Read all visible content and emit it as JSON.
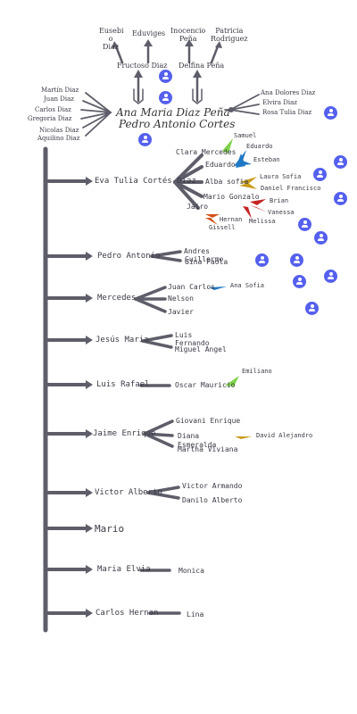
{
  "couple": {
    "line1": "Ana Maria Diaz Peña",
    "line2": "Pedro Antonio Cortes"
  },
  "ancestors": {
    "eusebio": "Eusebi\no\nDiaz",
    "eduviges": "Eduviges",
    "inocencio": "Inocencio\nPeña",
    "patricia": "Patricia\nRodriguez",
    "fructoso": "Fructoso Diaz",
    "delfina": "Delfina Peña"
  },
  "siblings_left": [
    "Martín Diaz",
    "Juan Diaz",
    "Carlos Diaz",
    "Gregoria Diaz",
    "Nicolas Diaz",
    "Aquilino Diaz"
  ],
  "siblings_right": [
    "Ana Dolores Diaz",
    "Elvira Diaz",
    "Rosa Tulia Diaz"
  ],
  "children": [
    {
      "name": "Eva Tulia Cortés Diaz"
    },
    {
      "name": "Pedro Antonio"
    },
    {
      "name": "Mercedes"
    },
    {
      "name": "Jesús Maria"
    },
    {
      "name": "Luis Rafael"
    },
    {
      "name": "Jaime Enrique"
    },
    {
      "name": "Victor Alberto"
    },
    {
      "name": "Mario"
    },
    {
      "name": "Maria Elvia"
    },
    {
      "name": "Carlos Hernan"
    }
  ],
  "grandchildren": {
    "eva": [
      "Clara Mercedes",
      "Eduardo",
      "Alba sofia",
      "Mario Gonzalo",
      "Jairo"
    ],
    "pedro": [
      "Andres",
      "Guillermo",
      "Gina Paola"
    ],
    "mercedes": [
      "Juan Carlos",
      "Nelson",
      "Javier"
    ],
    "jesus": [
      "Luis",
      "Fernando",
      "Miguel Angel"
    ],
    "luis": [
      "Oscar Mauricio"
    ],
    "jaime": [
      "Giovani Enrique",
      "Diana",
      "Esmeralda",
      "Martha Viviana"
    ],
    "victor": [
      "Victor Armando",
      "Danilo Alberto"
    ],
    "maria": [
      "Monica"
    ],
    "carlos": [
      "Lina"
    ]
  },
  "great_grandchildren": {
    "clara": "Samuel",
    "eduardo": [
      "Eduardo",
      "Esteban"
    ],
    "alba": [
      "Laura Sofia",
      "Daniel Francisco"
    ],
    "mario": [
      "Brian",
      "Vanessa",
      "Melissa"
    ],
    "jairo": [
      "Hernan",
      "Gissell"
    ],
    "juan_carlos": "Ana Sofia",
    "oscar": "Emiliano",
    "diana": "David Alejandro"
  },
  "colors": {
    "line": "#5d5e69",
    "dot": "#5560ee",
    "green": "#7fd24a",
    "blue": "#1f78c4",
    "gold": "#c99a18",
    "red": "#c42424",
    "orange": "#d4541a",
    "text": "#3a3a46"
  }
}
